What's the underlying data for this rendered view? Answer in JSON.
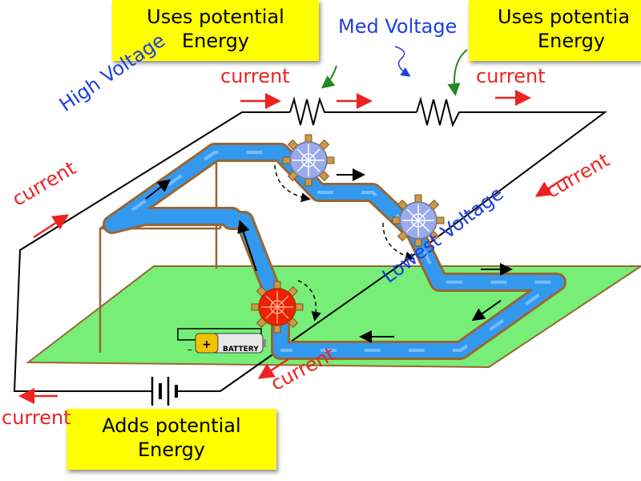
{
  "callouts": {
    "top_left": {
      "line1": "Uses potential",
      "line2": "Energy"
    },
    "top_right": {
      "line1": "Uses potentia",
      "line2": "Energy"
    },
    "bottom": {
      "line1": "Adds potential",
      "line2": "Energy"
    }
  },
  "voltage_labels": {
    "high": "High Voltage",
    "med": "Med Voltage",
    "lowest": "Lowest Voltage"
  },
  "current_label": "current",
  "battery": {
    "label": "BATTERY",
    "plus": "+",
    "minus": "–"
  },
  "colors": {
    "callout": "#ffff00",
    "current_text": "#ee2222",
    "voltage_text": "#1d3fe0",
    "water": "#3399ee",
    "ground": "#77ee77",
    "wood": "#996633",
    "pump": "#ee2200",
    "wheel": "#99aaee"
  }
}
